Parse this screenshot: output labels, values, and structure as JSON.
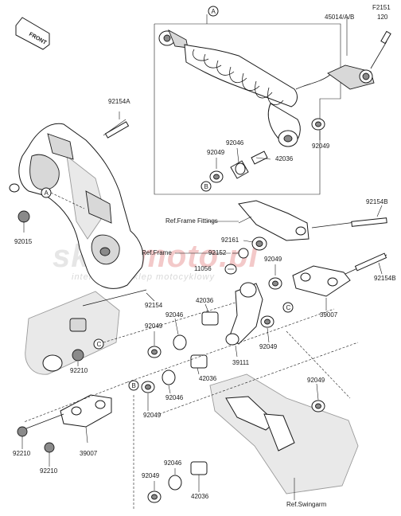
{
  "watermark": {
    "brand_left": "sklep",
    "brand_right": "moto",
    "brand_suffix": ".pl",
    "tagline": "internetowy sklep motocyklowy"
  },
  "badge": {
    "front": "FRONT"
  },
  "callouts": {
    "a": "A",
    "b": "B",
    "c": "C"
  },
  "refs": {
    "frame_fittings": "Ref.Frame Fittings",
    "frame": "Ref.Frame",
    "swingarm": "Ref.Swingarm"
  },
  "parts": {
    "p45014": "45014/A/B",
    "pf2151": "F2151",
    "p120": "120",
    "p92154a": "92154A",
    "p92015": "92015",
    "p92049_1": "92049",
    "p92046_1": "92046",
    "p42036_1": "42036",
    "p92049_2": "92049",
    "p92154b_1": "92154B",
    "p92161": "92161",
    "p92152": "92152",
    "p11056": "11056",
    "p92049_3": "92049",
    "p92154b_2": "92154B",
    "p92154": "92154",
    "p42036_2": "42036",
    "p92049_4": "92049",
    "p92046_2": "92046",
    "p39007_1": "39007",
    "p92049_5": "92049",
    "p39111": "39111",
    "p92210_1": "92210",
    "p42036_3": "42036",
    "p92049_6": "92049",
    "p92046_3": "92046",
    "p92049_7": "92049",
    "p92210_2": "92210",
    "p39007_2": "39007",
    "p92210_3": "92210",
    "p92046_4": "92046",
    "p92049_8": "92049",
    "p42036_4": "42036"
  }
}
